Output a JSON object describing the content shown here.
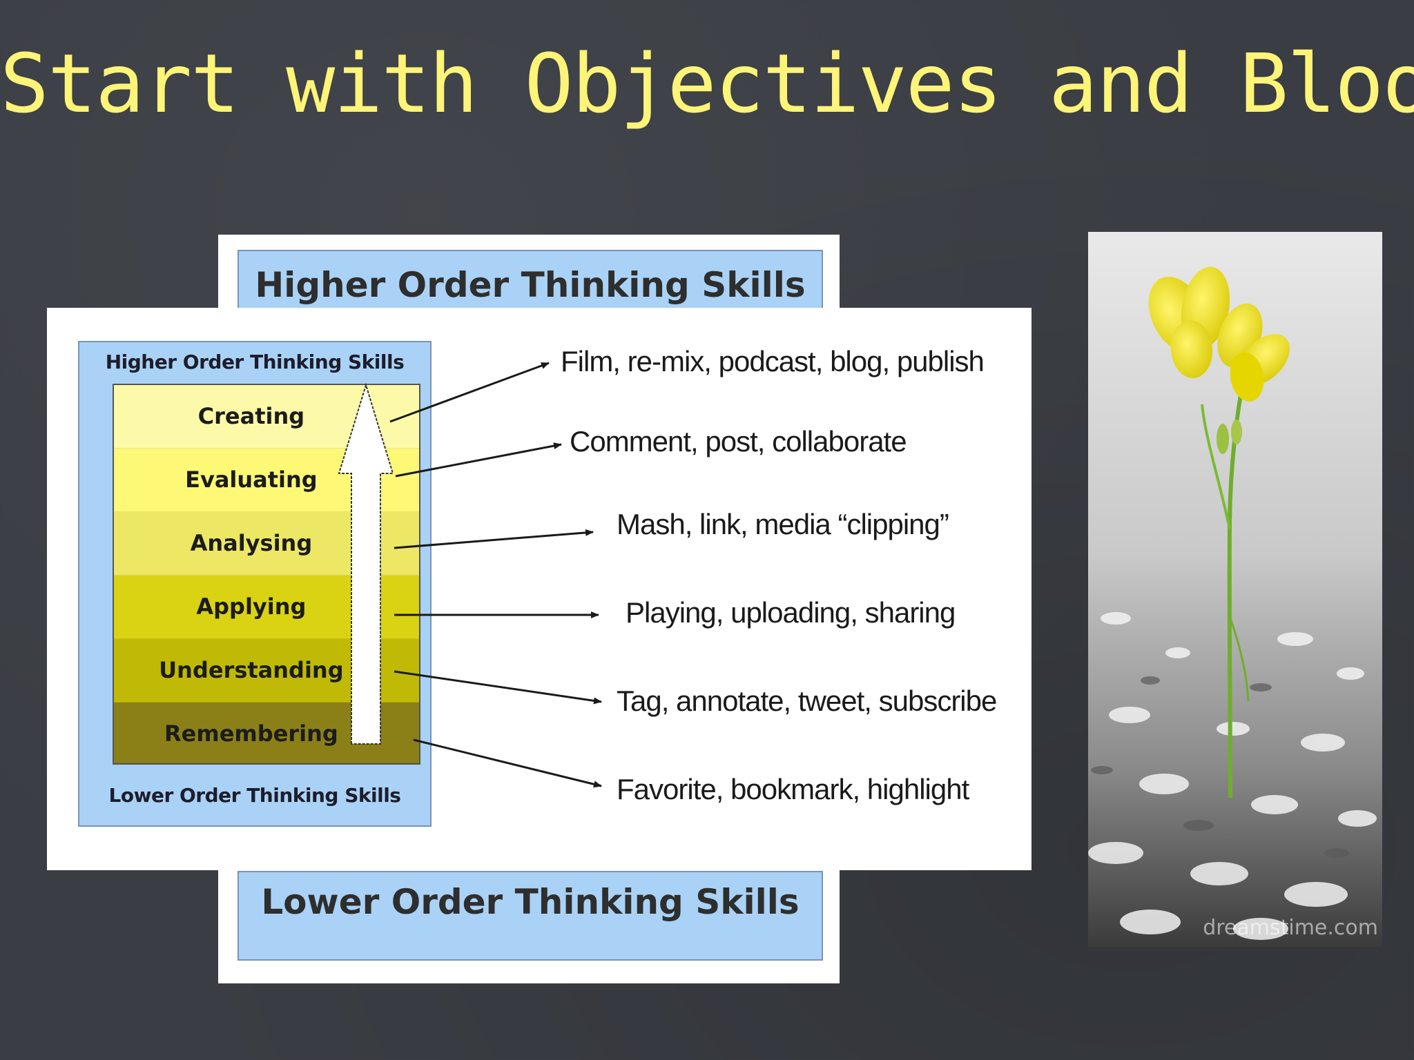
{
  "slide": {
    "title": "Start with Objectives and Bloom"
  },
  "back_card": {
    "top_label": "Higher Order  Thinking Skills",
    "bottom_label": "Lower Order Thinking Skills"
  },
  "front_card": {
    "top_label": "Higher Order  Thinking Skills",
    "bottom_label": "Lower Order Thinking Skills",
    "levels": [
      {
        "label": "Creating",
        "color": "#fcfaa8"
      },
      {
        "label": "Evaluating",
        "color": "#fdf876"
      },
      {
        "label": "Analysing",
        "color": "#ece765"
      },
      {
        "label": "Applying",
        "color": "#dad314"
      },
      {
        "label": "Understanding",
        "color": "#c0ba07"
      },
      {
        "label": "Remembering",
        "color": "#8b7f18"
      }
    ],
    "activities": [
      "Film, re-mix, podcast, blog, publish",
      "Comment, post, collaborate",
      "Mash, link, media “clipping”",
      "Playing, uploading, sharing",
      "Tag, annotate, tweet, subscribe",
      "Favorite, bookmark, highlight"
    ]
  },
  "photo": {
    "watermark": "dreamstime.com"
  },
  "colors": {
    "background": "#3a3d43",
    "title": "#fdf478",
    "frame_blue": "#a9d2f6"
  }
}
